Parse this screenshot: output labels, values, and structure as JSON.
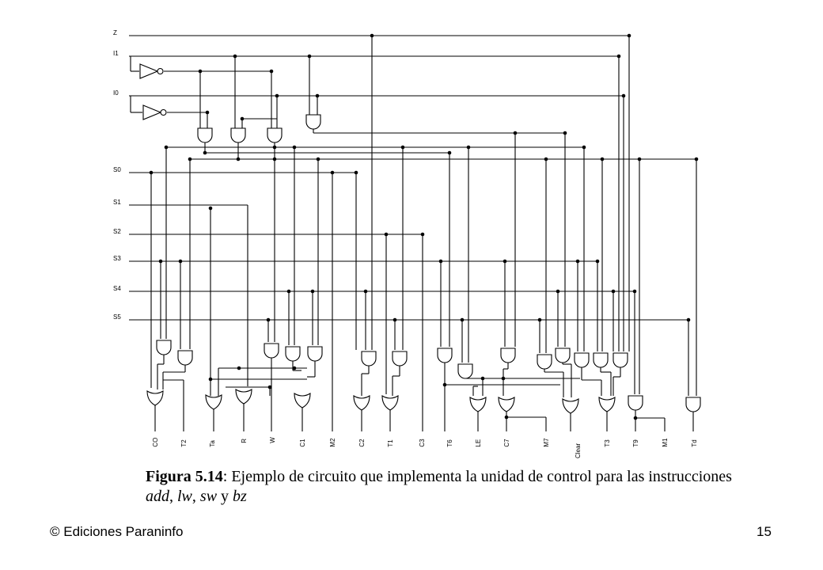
{
  "figure": {
    "input_labels": [
      "Z",
      "I1",
      "I0",
      "S0",
      "S1",
      "S2",
      "S3",
      "S4",
      "S5"
    ],
    "output_labels": [
      "CO",
      "T2",
      "Ta",
      "R",
      "W",
      "C1",
      "M2",
      "C2",
      "T1",
      "C3",
      "T6",
      "LE",
      "C7",
      "M7",
      "Clear",
      "T3",
      "T9",
      "M1",
      "Td"
    ]
  },
  "caption": {
    "label": "Figura 5.14",
    "text_part1": ": Ejemplo de circuito que implementa la unidad de control para las instrucciones ",
    "inst1": "add",
    "sep1": ", ",
    "inst2": "lw",
    "sep2": ", ",
    "inst3": "sw",
    "sep3": " y ",
    "inst4": "bz"
  },
  "footer": {
    "publisher": "© Ediciones Paraninfo",
    "page_number": "15"
  }
}
